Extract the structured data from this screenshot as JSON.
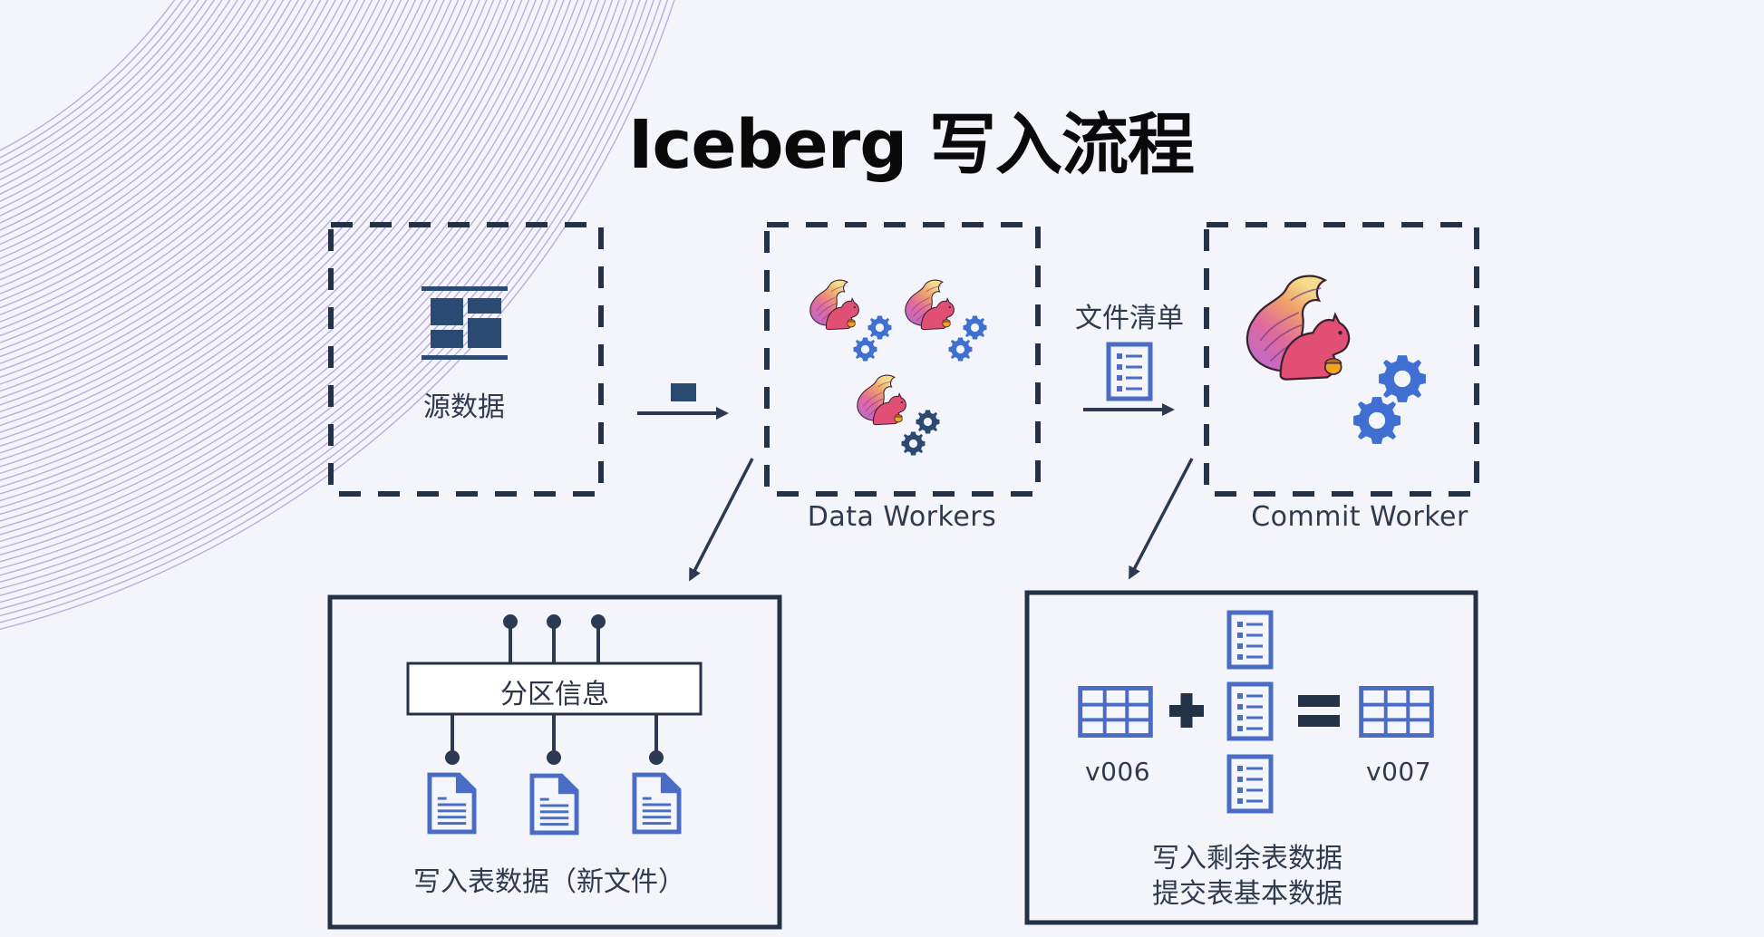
{
  "title": "Iceberg 写入流程",
  "source": {
    "label": "源数据",
    "icon": "layout-grid-icon"
  },
  "data_workers": {
    "label": "Data Workers",
    "worker_count": 3,
    "icon": "flink-squirrel-icon"
  },
  "manifest_transfer": {
    "label": "文件清单",
    "icon": "list-document-icon"
  },
  "commit_worker": {
    "label": "Commit Worker",
    "icon": "flink-squirrel-icon"
  },
  "write_panel": {
    "partition_label": "分区信息",
    "caption": "写入表数据（新文件）",
    "file_count": 3
  },
  "commit_panel": {
    "base_version": "v006",
    "new_version": "v007",
    "plus_symbol": "+",
    "equals_symbol": "=",
    "caption_line1": "写入剩余表数据",
    "caption_line2": "提交表基本数据"
  },
  "colors": {
    "background": "#f3f5fa",
    "dark_navy": "#243247",
    "icon_blue": "#4a6cc4",
    "gear_blue": "#3f6fd0",
    "arc_pink": "#d9a6d6",
    "arc_purple": "#a99bd9",
    "text": "#2f3b4c"
  }
}
